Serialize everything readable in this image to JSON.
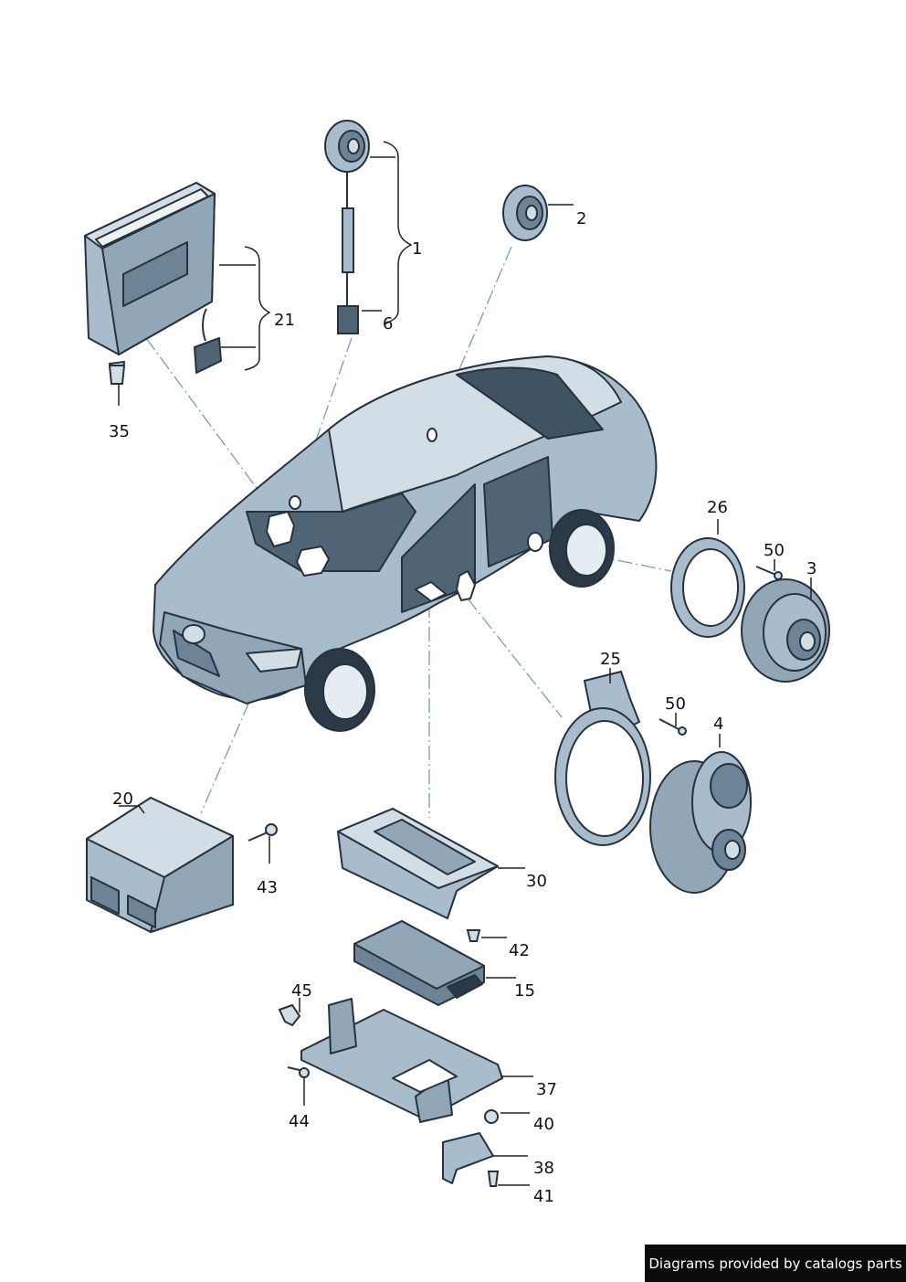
{
  "callouts": [
    "1",
    "2",
    "6",
    "21",
    "35",
    "26",
    "50",
    "3",
    "25",
    "50",
    "4",
    "20",
    "43",
    "30",
    "42",
    "15",
    "45",
    "37",
    "44",
    "40",
    "38",
    "41"
  ],
  "credit": "Diagrams provided by catalogs parts",
  "colors": {
    "part_fill": "#a9bccb",
    "part_dark": "#6d8396",
    "part_light": "#d3dde6",
    "outline": "#26323d",
    "leader": "#222222",
    "dash": "#7b9bb3"
  }
}
